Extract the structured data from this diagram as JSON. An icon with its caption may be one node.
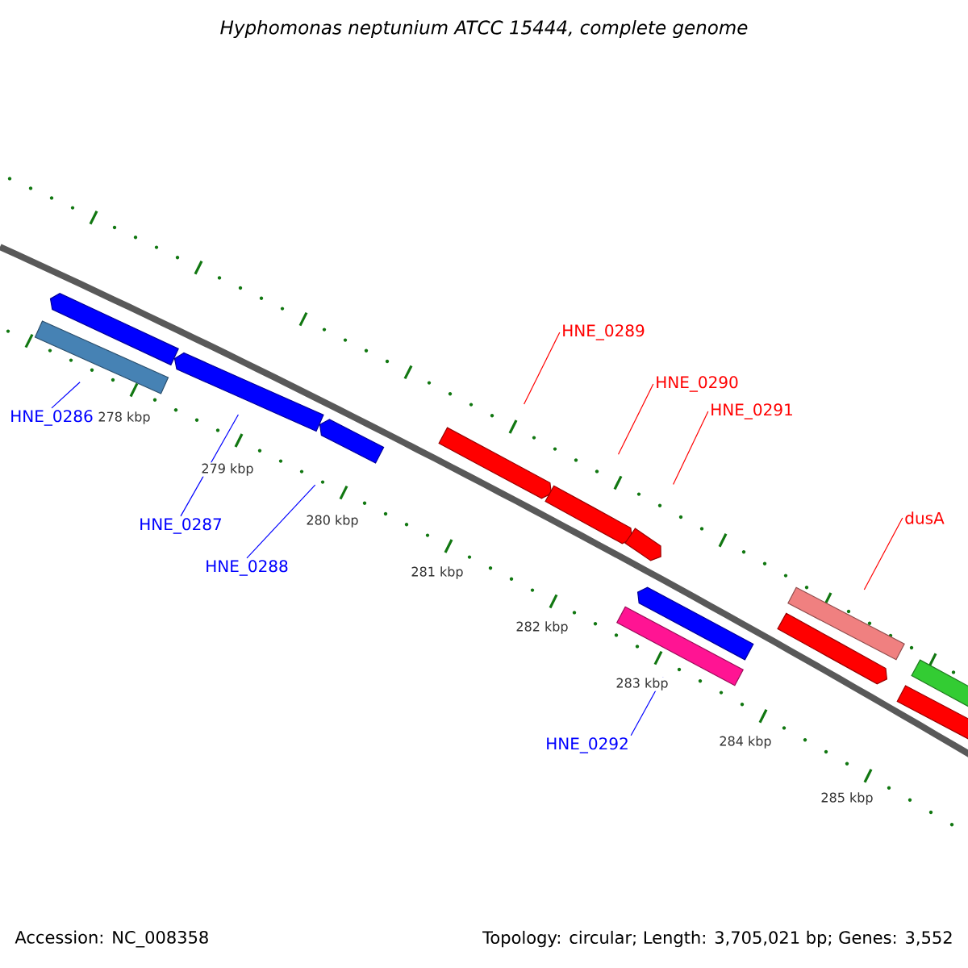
{
  "diagram": {
    "title": "Hyphomonas neptunium ATCC 15444, complete genome",
    "nodes": [
      {
        "text": [
          "HNE_0286"
        ]
      },
      {
        "text": [
          "HNE_0287"
        ]
      },
      {
        "text": [
          "HNE_0288"
        ]
      },
      {
        "text": [
          "HNE_0289"
        ]
      },
      {
        "text": [
          "HNE_0290"
        ]
      },
      {
        "text": [
          "HNE_0291"
        ]
      },
      {
        "text": [
          "HNE_0292"
        ]
      },
      {
        "text": [
          "dusA"
        ]
      },
      {
        "text": [],
        "shape": "bar"
      },
      {
        "text": [],
        "shape": "bar"
      },
      {
        "text": [],
        "shape": "bar"
      },
      {
        "text": [],
        "shape": "bar"
      },
      {
        "text": [],
        "shape": "bar"
      },
      {
        "text": [],
        "shape": "bar"
      },
      {
        "text": [],
        "shape": "bar"
      },
      {
        "text": [],
        "shape": "bar"
      },
      {
        "text": [],
        "shape": "bar"
      },
      {
        "text": [],
        "shape": "bar"
      },
      {
        "text": [],
        "shape": "bar"
      },
      {
        "text": [],
        "shape": "bar"
      },
      {
        "text": [],
        "shape": "bar"
      }
    ],
    "edges": [
      {
        "from": 0,
        "to": 9,
        "arrow": "none",
        "color": "#0000ff"
      },
      {
        "from": 1,
        "to": 10,
        "arrow": "none",
        "color": "#0000ff"
      },
      {
        "from": 2,
        "to": 11,
        "arrow": "none",
        "color": "#0000ff"
      },
      {
        "from": 3,
        "to": 12,
        "arrow": "none",
        "color": "#ff0000"
      },
      {
        "from": 4,
        "to": 13,
        "arrow": "none",
        "color": "#ff0000"
      },
      {
        "from": 5,
        "to": 14,
        "arrow": "none",
        "color": "#ff0000"
      },
      {
        "from": 6,
        "to": 16,
        "arrow": "none",
        "color": "#0000ff"
      },
      {
        "from": 7,
        "to": 17,
        "arrow": "none",
        "color": "#ff0000"
      }
    ],
    "labels": [
      "278 kbp",
      "279 kbp",
      "280 kbp",
      "281 kbp",
      "282 kbp",
      "283 kbp",
      "284 kbp",
      "285 kbp",
      "Accession: NC_008358",
      "Topology: circular; Length: 3,705,021 bp; Genes: 3,552"
    ]
  }
}
